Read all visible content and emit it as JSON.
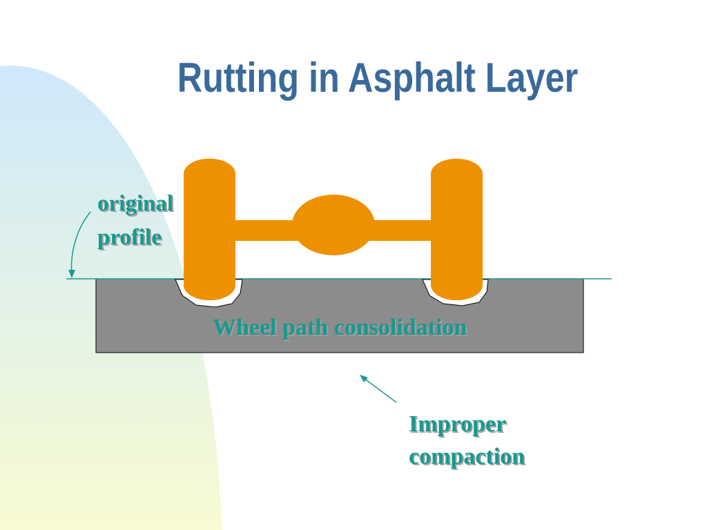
{
  "slide": {
    "title": "Rutting in Asphalt Layer"
  },
  "labels": {
    "original": "original",
    "profile": "profile",
    "wheel_path": "Wheel path consolidation",
    "improper": "Improper",
    "compaction": "compaction"
  },
  "colors": {
    "title": "#3a6a9b",
    "label_text": "#17998f",
    "axle": "#ee9100",
    "asphalt": "#8c8c8c",
    "profile_line": "#17998f",
    "background_gradient_top": "#cfe8fb",
    "background_gradient_bottom": "#f7fbd4"
  }
}
